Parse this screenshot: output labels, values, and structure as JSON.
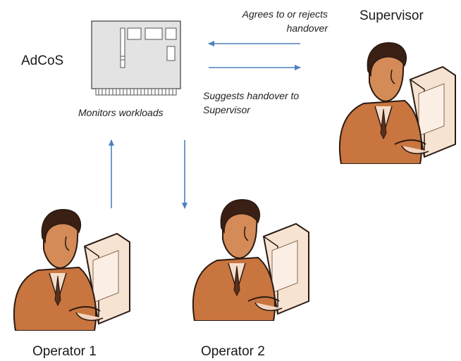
{
  "nodes": {
    "adcos": {
      "label": "AdCoS",
      "caption": "Monitors workloads"
    },
    "supervisor": {
      "label": "Supervisor"
    },
    "operator1": {
      "label": "Operator 1"
    },
    "operator2": {
      "label": "Operator 2"
    }
  },
  "edges": {
    "supervisor_to_adcos": {
      "label": "Agrees to or rejects handover"
    },
    "adcos_to_supervisor": {
      "label": "Suggests handover to Supervisor"
    }
  },
  "colors": {
    "arrow": "#4f81bd",
    "machine_fill": "#e3e3e3",
    "machine_stroke": "#555555",
    "skin": "#c9753f",
    "hair": "#3a1f14"
  },
  "icons": {
    "machine": "server-board-icon",
    "person": "person-at-computer-icon"
  }
}
